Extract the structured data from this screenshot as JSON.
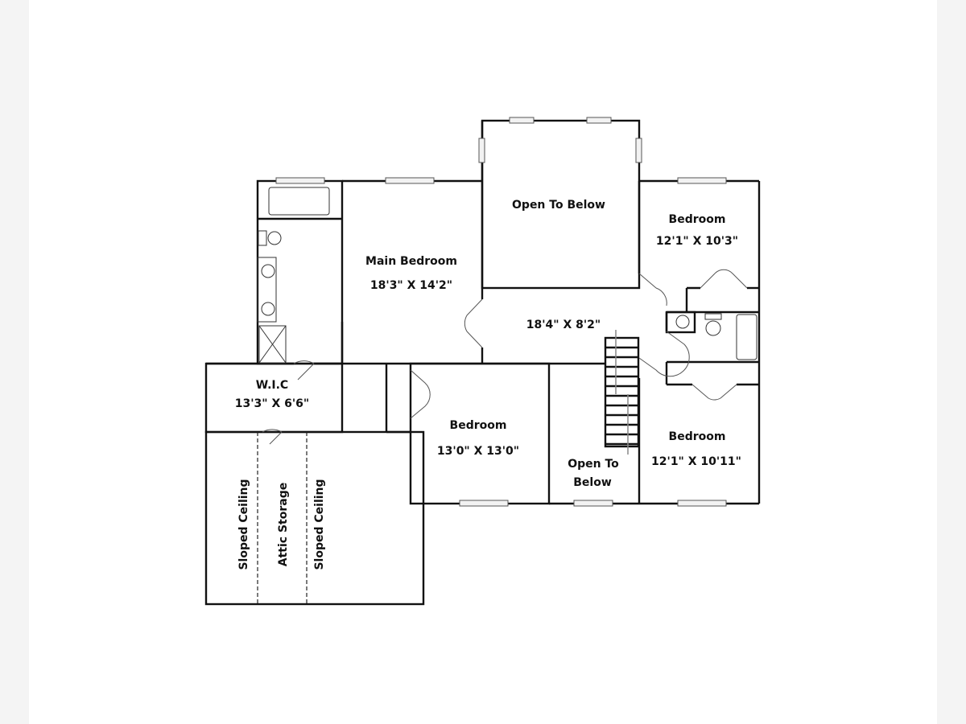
{
  "rooms": {
    "open_to_below_top": "Open To Below",
    "bedroom_ne": {
      "name": "Bedroom",
      "size": "12'1\" X 10'3\""
    },
    "main_bedroom": {
      "name": "Main Bedroom",
      "size": "18'3\" X 14'2\""
    },
    "hall": {
      "size": "18'4\" X 8'2\""
    },
    "wic": {
      "name": "W.I.C",
      "size": "13'3\" X 6'6\""
    },
    "bedroom_center": {
      "name": "Bedroom",
      "size": "13'0\" X 13'0\""
    },
    "open_to_below_small": {
      "line1": "Open To",
      "line2": "Below"
    },
    "bedroom_se": {
      "name": "Bedroom",
      "size": "12'1\" X 10'11\""
    },
    "sloped_ceiling_left": "Sloped Ceiling",
    "attic_storage": "Attic Storage",
    "sloped_ceiling_right": "Sloped Ceiling"
  }
}
